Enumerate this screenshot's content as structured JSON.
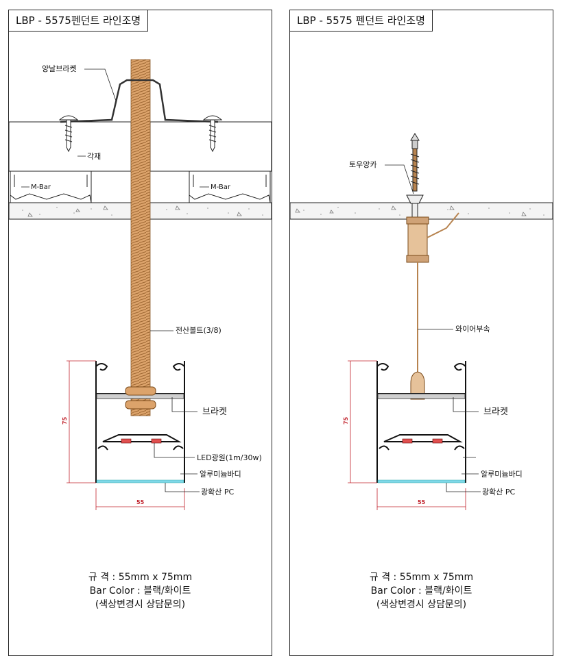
{
  "left": {
    "title": "LBP - 5575펜던트 라인조명",
    "labels": {
      "bracket_top": "양날브라켓",
      "wood": "각재",
      "mbar_left": "M-Bar",
      "mbar_right": "M-Bar",
      "bolt": "전산볼트(3/8)",
      "bracket": "브라켓",
      "led": "LED광원(1m/30w)",
      "alu": "알루미늄바디",
      "pc": "광확산 PC"
    },
    "dims": {
      "height": "75",
      "width": "55"
    },
    "specs": {
      "size": "규      격 : 55mm x 75mm",
      "color": "Bar Color : 블랙/화이트",
      "note": "(색상변경시 상담문의)"
    }
  },
  "right": {
    "title": "LBP - 5575 펜던트 라인조명",
    "labels": {
      "anchor": "토우앙카",
      "wire": "와이어부속",
      "bracket": "브라켓",
      "alu": "알루미늄바디",
      "pc": "광확산 PC"
    },
    "dims": {
      "height": "75",
      "width": "55"
    },
    "specs": {
      "size": "규      격 : 55mm x 75mm",
      "color": "Bar Color : 블랙/화이트",
      "note": "(색상변경시 상담문의)"
    }
  },
  "colors": {
    "bolt": "#d9a066",
    "dimension": "#c0202a",
    "diffuser": "#7fd8e8",
    "led": "#e05050"
  }
}
